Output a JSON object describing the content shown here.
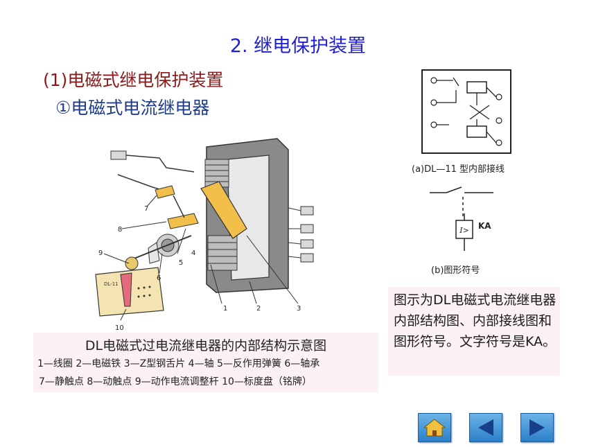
{
  "title": "2.  继电保护装置",
  "section": "(1)电磁式继电保护装置",
  "subsection": "①电磁式电流继电器",
  "relay_figure": {
    "part_numbers": [
      "1",
      "2",
      "3",
      "4",
      "5",
      "6",
      "7",
      "8",
      "9",
      "10"
    ],
    "dial_text": "DL-11"
  },
  "caption": {
    "title": "DL电磁式过电流继电器的内部结构示意图",
    "line1": "1—线圈  2—电磁铁  3—Z型钢舌片  4—轴  5—反作用弹簧  6—轴承",
    "line2": "7—静触点  8—动触点  9—动作电流调整杆  10—标度盘（铭牌）"
  },
  "wiring": {
    "label": "(a)DL—11 型内部接线"
  },
  "symbol": {
    "text_mark": "KA",
    "box_mark": "I>",
    "label": "(b)图形符号"
  },
  "description": "图示为DL电磁式电流继电器内部结构图、内部接线图和图形符号。文字符号是KA。",
  "nav": {
    "home": "home-icon",
    "prev": "triangle-left-icon",
    "next": "triangle-right-icon"
  }
}
